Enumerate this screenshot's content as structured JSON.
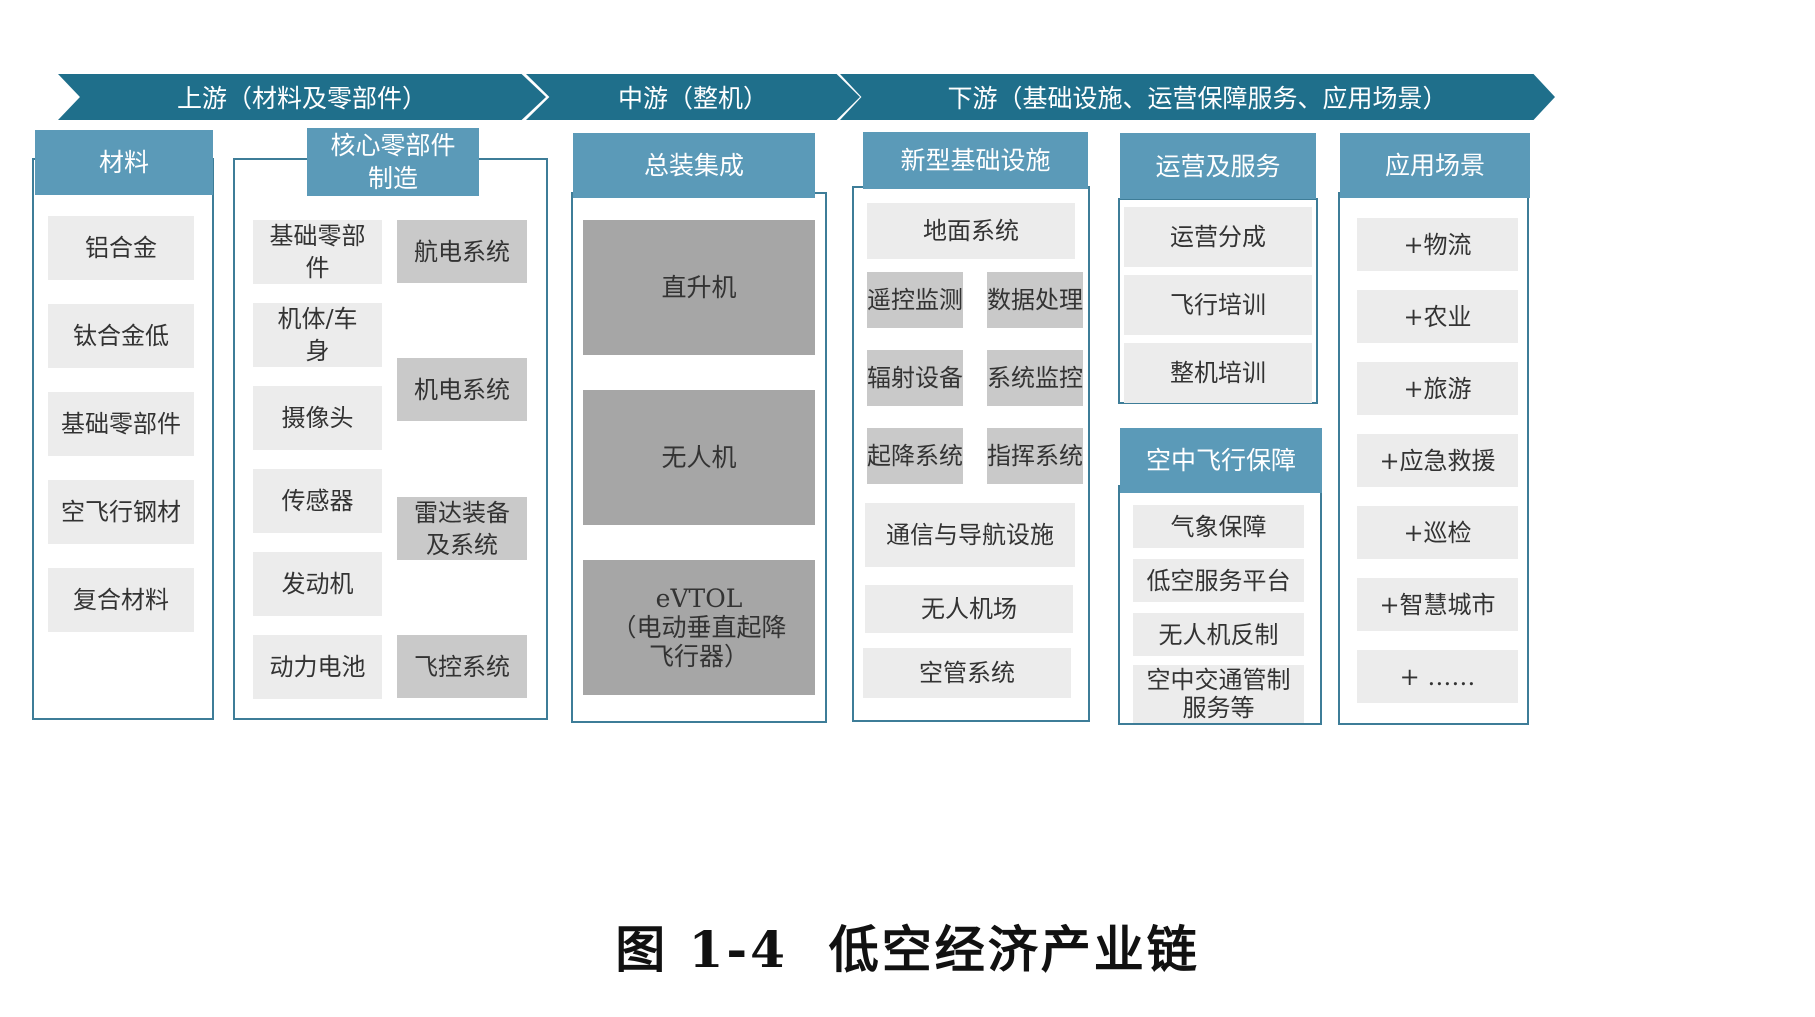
{
  "stages": [
    "上游（材料及零部件）",
    "中游（整机）",
    "下游（基础设施、运营保障服务、应用场景）"
  ],
  "materials": {
    "header": "材料",
    "items": [
      "铝合金",
      "钛合金低",
      "基础零部件",
      "空飞行钢材",
      "复合材料"
    ]
  },
  "core_parts": {
    "header": "核心零部件\n制造",
    "left_items": [
      "基础零部\n件",
      "机体/车\n身",
      "摄像头",
      "传感器",
      "发动机",
      "动力电池"
    ],
    "right_items": [
      "航电系统",
      "机电系统",
      "雷达装备\n及系统",
      "飞控系统"
    ]
  },
  "assembly": {
    "header": "总装集成",
    "items": [
      "直升机",
      "无人机",
      "eVTOL\n（电动垂直起降\n飞行器）"
    ]
  },
  "infrastructure": {
    "header": "新型基础设施",
    "ground": "地面系统",
    "pairs": [
      [
        "遥控监测",
        "数据处理"
      ],
      [
        "辐射设备",
        "系统监控"
      ],
      [
        "起降系统",
        "指挥系统"
      ]
    ],
    "items": [
      "通信与导航设施",
      "无人机场",
      "空管系统"
    ]
  },
  "operations": {
    "header": "运营及服务",
    "items": [
      "运营分成",
      "飞行培训",
      "整机培训"
    ]
  },
  "flight_support": {
    "header": "空中飞行保障",
    "items": [
      "气象保障",
      "低空服务平台",
      "无人机反制",
      "空中交通管制\n服务等"
    ]
  },
  "applications": {
    "header": "应用场景",
    "items": [
      "+物流",
      "+农业",
      "+旅游",
      "+应急救援",
      "+巡检",
      "+智慧城市",
      "+ ……"
    ]
  },
  "caption": "图 1-4  低空经济产业链"
}
